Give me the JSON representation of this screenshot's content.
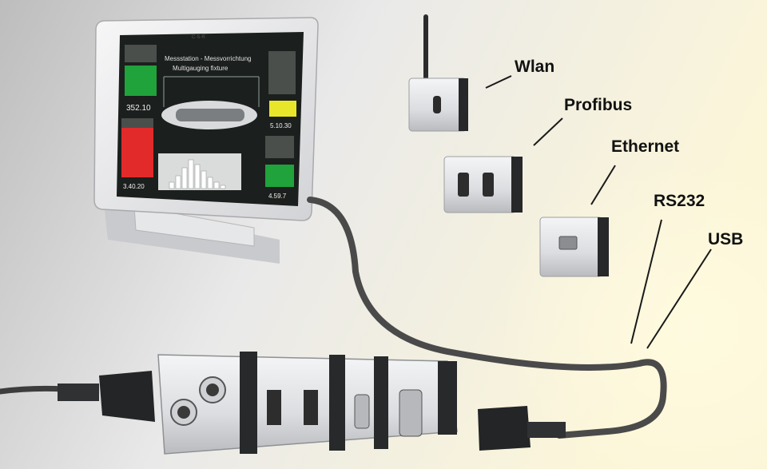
{
  "labels": {
    "wlan": "Wlan",
    "profibus": "Profibus",
    "ethernet": "Ethernet",
    "rs232": "RS232",
    "usb": "USB"
  },
  "monitor": {
    "brand": "C·S·R",
    "title_line1": "Messstation - Messvorrichtung",
    "title_line2": "Multigauging fixture",
    "readouts": [
      "352.10",
      "5.10.30",
      "3.40.20",
      "4.59.7"
    ]
  },
  "colors": {
    "background_left": "#c8c8c8",
    "background_right": "#fbf6dc",
    "gauge_green": "#1fa33a",
    "gauge_yellow": "#e8e62a",
    "gauge_red": "#e22a2a",
    "housing": "#e3e4e6",
    "cable": "#4a4a4a"
  },
  "icons": [
    "antenna-icon",
    "db9-port-icon",
    "rj45-port-icon",
    "m12-socket-icon",
    "terminal-block-icon",
    "db15-port-icon"
  ]
}
